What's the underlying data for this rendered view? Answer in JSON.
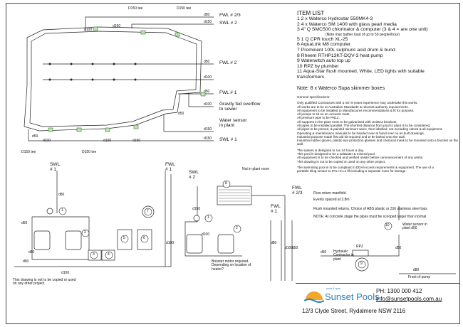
{
  "pool_plan": {
    "tees": [
      "D150 tee",
      "D150 tee",
      "D150 tee",
      "D150 tee"
    ],
    "pipe_sizes": [
      "d50",
      "d100",
      "d150",
      "d150",
      "d50",
      "d100",
      "d50",
      "d100",
      "d50",
      "d150",
      "d100",
      "d50",
      "d150",
      "d100",
      "d150"
    ],
    "labels": {
      "fwl2_3": "FWL # 2/3",
      "swl2": "SWL # 2",
      "fwl2": "FWL # 2",
      "fwl1": "FWL # 1",
      "gravity_fed": "Gravity fed overflow to sewer",
      "water_sensor": "Water sensor in plant",
      "swl1": "SWL # 1"
    }
  },
  "item_list": {
    "title": "ITEM LIST",
    "items": [
      "1 2 x Waterco Hydrostar 550MK4-3",
      "2 4 x Waterco SM 1400 with glass pearl media",
      "3 4\" Q SMC500 chlorinator & computer (3 & 4 = are one unit)",
      "5 1 Q CPR touch XL-25",
      "6 AquaLink M8 computer",
      "7 Prominent 100L sulphuric acid drum & bund",
      "8 Rheem RTHP13KT-DQV-3 heat pump",
      "9 Waterwitch auto top up",
      "10 RPZ by plumber",
      "11 Aqua-Star flush mounted, White, LED lights with suitable transformers"
    ],
    "sub_note": "(Note max bather load of up to 50 people/hour)",
    "skimmer_note": "Note: 8 x Waterco Supa skimmer boxes"
  },
  "general_specs": {
    "heading": "General specifications:",
    "para1": [
      "Only qualified Contractors with a min 5 years experience may undertake this works.",
      "All works are to be to Australian Standards & relevant authority requirements.",
      "All equipment to be installed to Manufactures recommendations & fit for purpose.",
      "All pumps to sit on an acoustic mats.",
      "All pressure pipe to be PN12.",
      "All supports in the plant room to be galvanised with Unistrut brackets.",
      "All pipes to be installed parallel. The shortest distance from pool to plant is to be considered.",
      "All pipes to be primed, & painted minimum twice, then labelled, not excluding valves & all equipment.",
      "Operating & maintenance manuals to be handed over at hand over no as built drawings.",
      "Industrial purpose made first aid kit required and to be bolted onto the wall.",
      "Industrial rubber gloves, plastic eye protection glasses and chemical mask to be mounted onto a bracket on the wall."
    ],
    "para2": [
      "The system is designed to run 24 hours a day.",
      "This pool is designed to be a saltwater & mineral pool.",
      "All equipment is to be checked and verified onsite before commencement of any works.",
      "This drawing is not to be copied or used on any other project."
    ],
    "para3": [
      "The swimming pool is to be compliant to DDA/Access requirements & equipment. The use of a",
      "portable sling sensor to PAL Hi-Lo lift including a separate room for storage."
    ]
  },
  "plant_room": {
    "labels": {
      "swl1": "SWL",
      "swl1_num": "# 1",
      "fwl1": "FWL",
      "fwl1_num": "# 1",
      "swl2": "SWL",
      "swl2_num": "# 2",
      "not_in_plant": "Not in plant room",
      "fwl2_3_a": "FWL",
      "fwl2_3_a_num": "# 1",
      "fwl2_3_b": "FWL",
      "fwl2_3_b_num": "# 2/3",
      "flow_manifold": "Flow return manifold.",
      "spaced": "Evenly spaced at 2.8m",
      "flush_mounted": "Flush mounted returns. Choice of ABS plastic or 316 stainless steel tops",
      "concrete_note": "NOTE: At concrete stage the pipes must be scooped larger than normal",
      "water_sensor": "Water sensor in plant d50",
      "booster": "Booster motor required. Depending on location of heater?",
      "hydraulic": "Hydraulic Contractor in plant",
      "rpz": "RPZ",
      "front_pump": "Front of pump",
      "not_copied": "This drawing is not to be copied or used on any other project."
    },
    "pipe_sizes": [
      "d80",
      "d50",
      "d80",
      "d100",
      "d50",
      "d100",
      "d150",
      "d100",
      "d100",
      "d80",
      "d50",
      "d50",
      "d80",
      "d50"
    ],
    "numbers": [
      "1",
      "2",
      "3",
      "4",
      "5",
      "6",
      "7",
      "1",
      "2",
      "8",
      "9",
      "10"
    ]
  },
  "company": {
    "logo": "Sunset Pools",
    "tagline": "pools & spas",
    "phone": "PH: 1300 000 412",
    "email": "info@sunsetpools.com.au",
    "address": "12/3 Clyde Street, Rydalmere NSW 2116"
  }
}
